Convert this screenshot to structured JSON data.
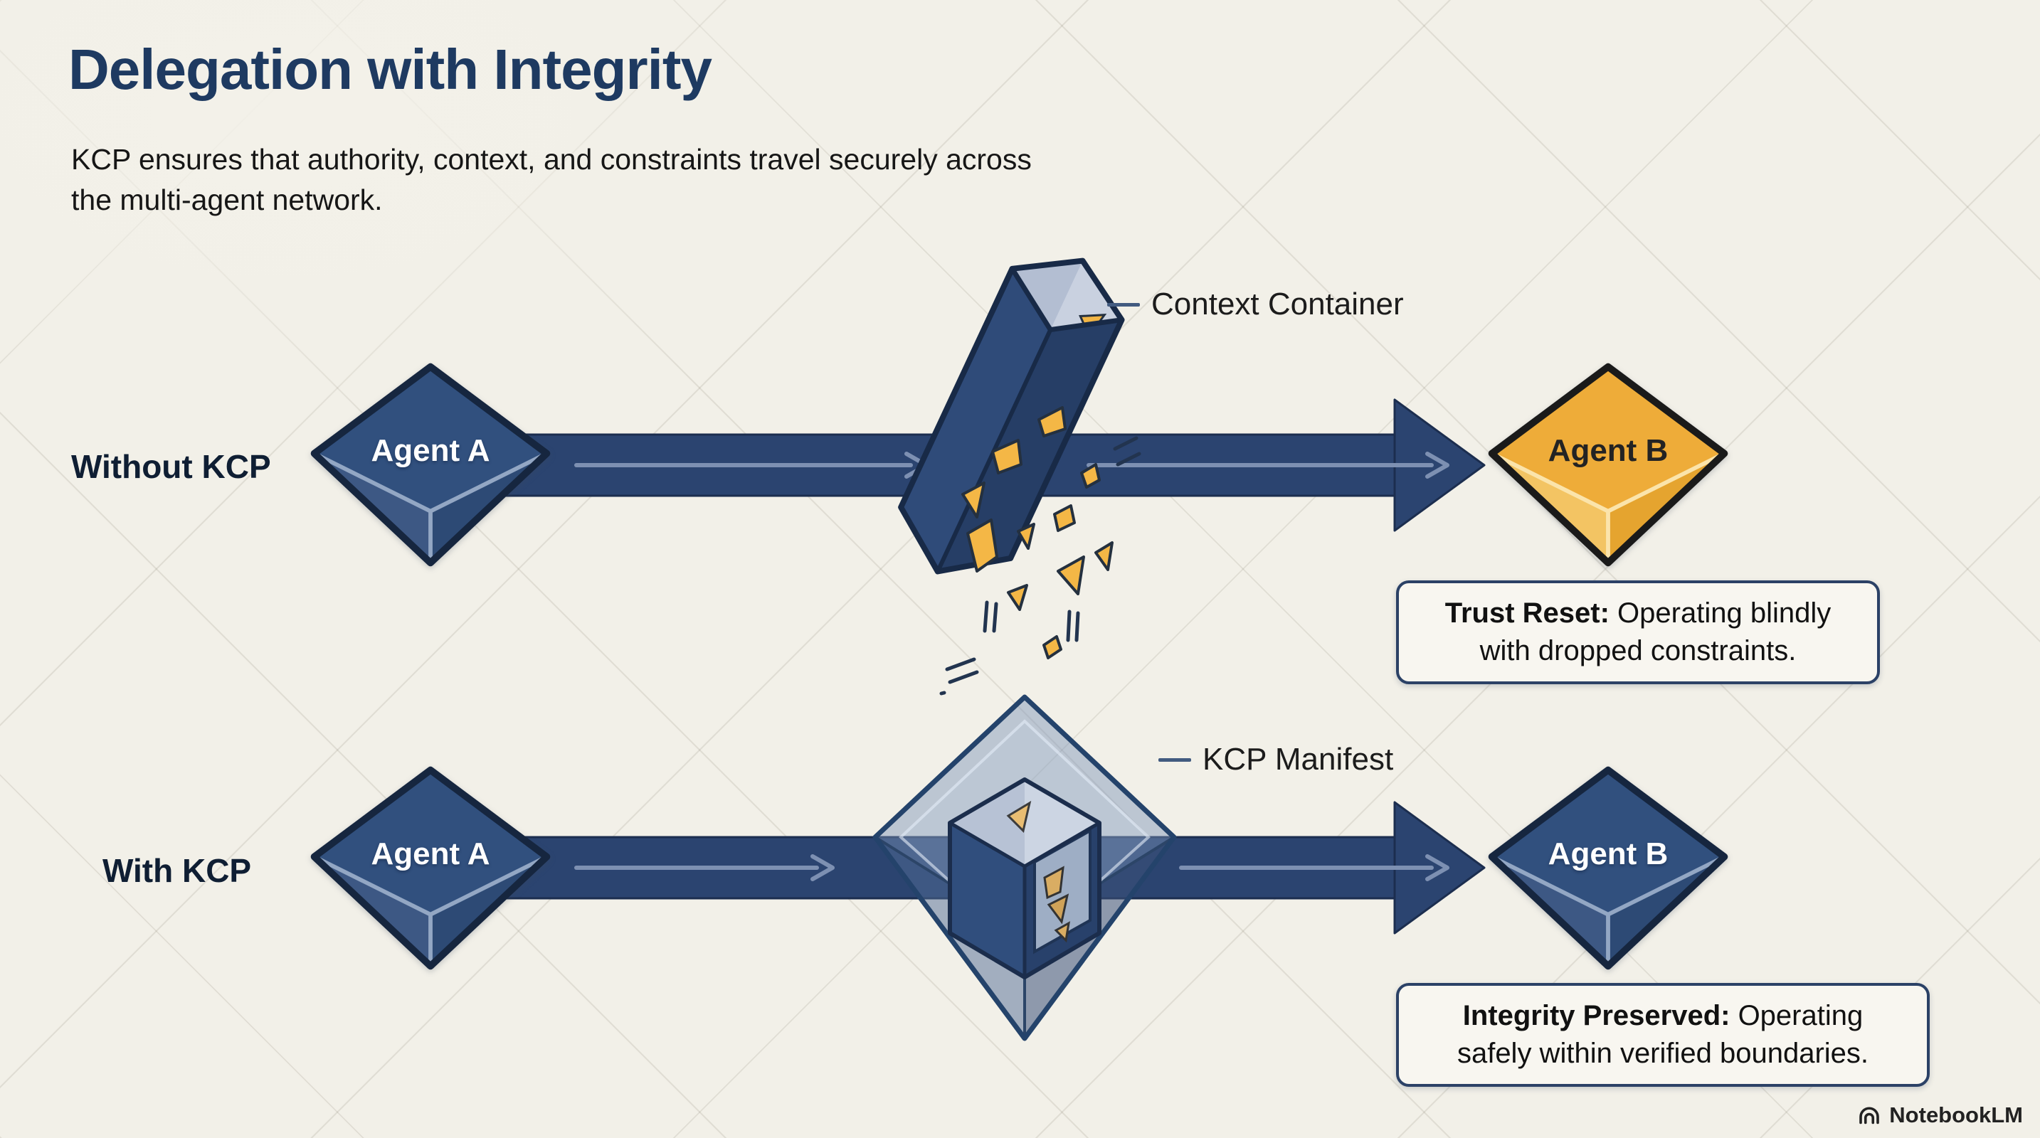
{
  "title": "Delegation with Integrity",
  "subtitle_line1": "KCP ensures that authority, context, and constraints travel securely across",
  "subtitle_line2": "the multi-agent network.",
  "row_without": {
    "label": "Without KCP",
    "agent_a": "Agent A",
    "agent_b": "Agent B",
    "annotation": "Context Container",
    "callout_bold": "Trust Reset:",
    "callout_line1_rest": " Operating blindly",
    "callout_line2": "with dropped constraints."
  },
  "row_with": {
    "label": "With KCP",
    "agent_a": "Agent A",
    "agent_b": "Agent B",
    "annotation": "KCP Manifest",
    "callout_bold": "Integrity Preserved:",
    "callout_line1_rest": " Operating",
    "callout_line2": "safely within verified boundaries."
  },
  "watermark": "NotebookLM",
  "colors": {
    "background": "#f2f0e8",
    "title_text": "#1e3a61",
    "body_text": "#161616",
    "navy_shape_top": "#31507e",
    "navy_outline": "#16263f",
    "arrow_fill": "#2b4470",
    "arrow_inner_line": "#7d90b2",
    "amber_shape_top": "#eeac39",
    "amber_outline": "#1a1a1a",
    "shard_yellow": "#f4b746",
    "cube_interior_gray": "#c9d1e0",
    "callout_border": "#2b4166",
    "callout_bg": "#f8f6f0"
  }
}
